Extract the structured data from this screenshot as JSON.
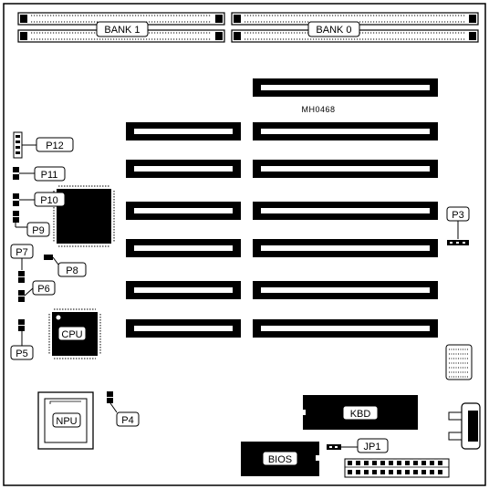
{
  "board": {
    "model": "MH0468"
  },
  "memory_banks": [
    {
      "id": "bank1",
      "label": "BANK 1"
    },
    {
      "id": "bank0",
      "label": "BANK 0"
    }
  ],
  "chips": {
    "cpu": "CPU",
    "npu": "NPU",
    "bios": "BIOS",
    "kbd": "KBD"
  },
  "connectors": {
    "p3": "P3",
    "p4": "P4",
    "p5": "P5",
    "p6": "P6",
    "p7": "P7",
    "p8": "P8",
    "p9": "P9",
    "p10": "P10",
    "p11": "P11",
    "p12": "P12",
    "jp1": "JP1"
  }
}
